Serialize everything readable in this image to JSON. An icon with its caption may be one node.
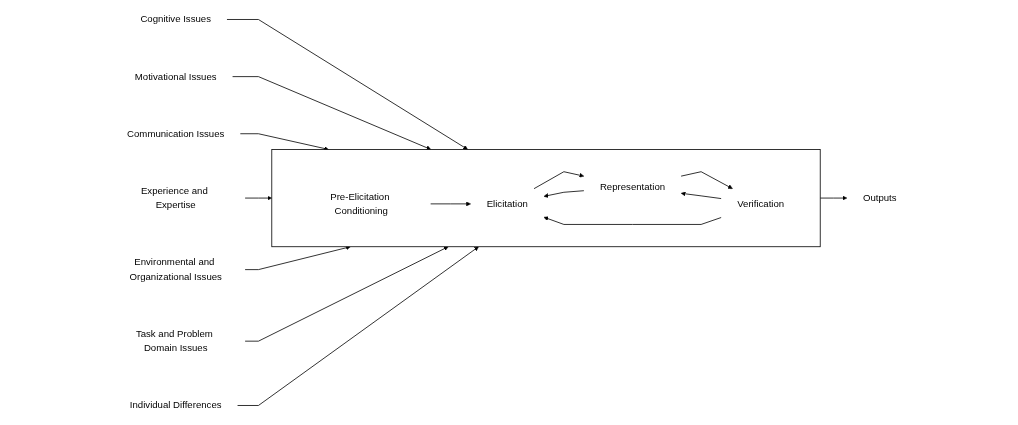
{
  "diagram": {
    "nodes": [
      {
        "text": [],
        "shape": "box"
      },
      {
        "text": [
          "Pre-Elicitation Conditioning"
        ],
        "in": 0
      },
      {
        "text": [
          "Elicitation"
        ],
        "in": 0
      },
      {
        "text": [
          "Representation"
        ],
        "in": 0
      },
      {
        "text": [
          "Verification"
        ],
        "in": 0
      },
      {
        "text": [
          "Cognitive Issues"
        ]
      },
      {
        "text": [
          "Motivational Issues"
        ]
      },
      {
        "text": [
          "Communication Issues"
        ]
      },
      {
        "text": [
          "Experience and Expertise"
        ]
      },
      {
        "text": [
          "Outputs"
        ]
      },
      {
        "text": [
          "Environmental and Organizational Issues"
        ]
      },
      {
        "text": [
          "Task and Problem Domain Issues"
        ]
      },
      {
        "text": [
          "Individual Differences"
        ]
      }
    ],
    "edges": [
      {
        "from": 5,
        "to": 0,
        "arrow": "to"
      },
      {
        "from": 6,
        "to": 0,
        "arrow": "to"
      },
      {
        "from": 7,
        "to": 0,
        "arrow": "to"
      },
      {
        "from": 8,
        "to": 0,
        "arrow": "to"
      },
      {
        "from": 0,
        "to": 9,
        "arrow": "to"
      },
      {
        "from": 10,
        "to": 0,
        "arrow": "to"
      },
      {
        "from": 11,
        "to": 0,
        "arrow": "to"
      },
      {
        "from": 12,
        "to": 0,
        "arrow": "to"
      },
      {
        "from": 1,
        "to": 2,
        "arrow": "to"
      },
      {
        "from": 2,
        "to": 3,
        "arrow": "to"
      },
      {
        "from": 3,
        "to": 4,
        "arrow": "to"
      },
      {
        "from": 3,
        "to": 2,
        "arrow": "to"
      },
      {
        "from": 4,
        "to": 3,
        "arrow": "to"
      },
      {
        "from": 4,
        "to": 2,
        "arrow": "to"
      }
    ]
  }
}
